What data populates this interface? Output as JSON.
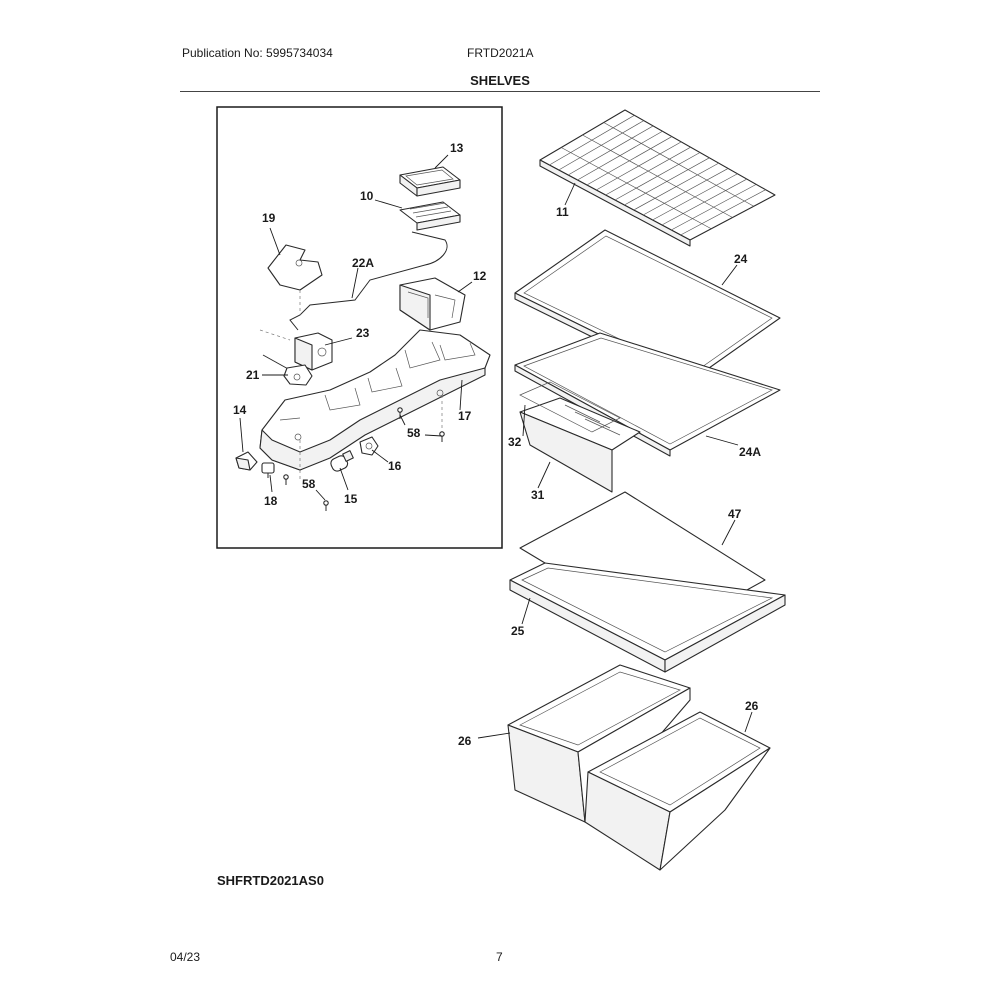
{
  "header": {
    "publication": "Publication No: 5995734034",
    "model": "FRTD2021A",
    "section": "SHELVES"
  },
  "footer": {
    "reference": "SHFRTD2021AS0",
    "date": "04/23",
    "page": "7"
  },
  "callouts": {
    "c13": "13",
    "c10": "10",
    "c19": "19",
    "c22A": "22A",
    "c12": "12",
    "c23": "23",
    "c21": "21",
    "c14": "14",
    "c17": "17",
    "c58a": "58",
    "c16": "16",
    "c32": "32",
    "c18": "18",
    "c58b": "58",
    "c15": "15",
    "c11": "11",
    "c24": "24",
    "c24A": "24A",
    "c31": "31",
    "c47": "47",
    "c25": "25",
    "c26a": "26",
    "c26b": "26"
  }
}
